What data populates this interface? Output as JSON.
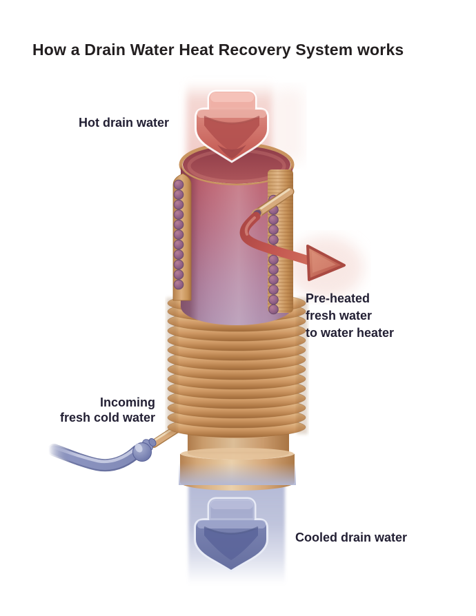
{
  "title": "How a Drain Water Heat Recovery System works",
  "labels": {
    "hot_drain_water": "Hot drain water",
    "pre_heated": [
      "Pre-heated",
      "fresh water",
      "to water heater"
    ],
    "incoming": [
      "Incoming",
      "fresh cold water"
    ],
    "cooled_drain_water": "Cooled drain water"
  },
  "diagram": {
    "hot_flow_color": "#c2554f",
    "cold_flow_color": "#7d86b4",
    "copper_color": "#d9a873",
    "drain_pipe_color": "#b76f85",
    "shadow_color": "#b2b8d6",
    "text_color": "#221f33",
    "background_color": "#ffffff"
  }
}
